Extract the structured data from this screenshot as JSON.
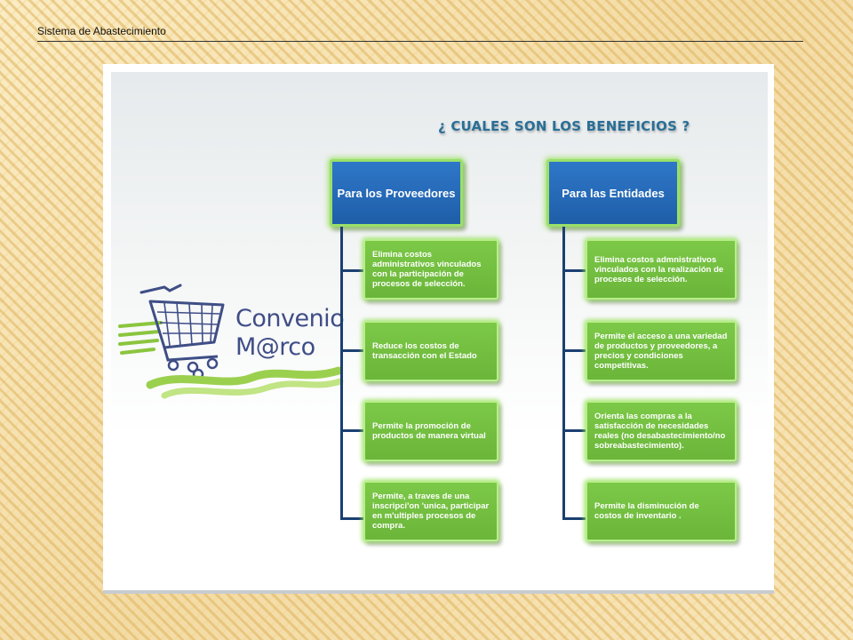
{
  "header": {
    "title": "Sistema de Abastecimiento"
  },
  "slide": {
    "title": "¿ CUALES SON LOS BENEFICIOS ?",
    "logo": {
      "line1": "Convenio",
      "line2": "M@rco"
    },
    "columns": [
      {
        "heading": "Para los Proveedores",
        "items": [
          "Elimina costos administrativos vinculados con la participación de procesos de selección.",
          "Reduce los costos de transacción con el Estado",
          "Permite la promoción de productos de manera virtual",
          "Permite, a traves de una inscripci'on 'unica, participar en m'ultiples procesos de compra."
        ]
      },
      {
        "heading": "Para las Entidades",
        "items": [
          "Elimina costos admnistrativos vinculados con la realización de procesos de selección.",
          "Permite el acceso a una variedad de productos y proveedores, a precios y condiciones competitivas.",
          "Orienta las compras a la satisfacción de necesidades reales (no desabastecimiento/no sobreabastecimiento).",
          "Permite la disminución de costos de inventario ."
        ]
      }
    ]
  }
}
